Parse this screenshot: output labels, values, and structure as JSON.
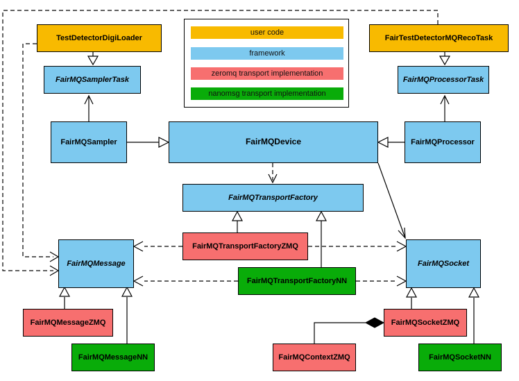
{
  "diagram_type": "uml-class-diagram",
  "palette": {
    "user_code": "#F8BA00",
    "framework": "#7DC9EF",
    "zeromq": "#F76F6F",
    "nanomsg": "#09AC09",
    "line": "#000000",
    "background": "#FFFFFF"
  },
  "legend": {
    "items": [
      {
        "label": "user code",
        "category": "user_code",
        "color": "#F8BA00"
      },
      {
        "label": "framework",
        "category": "framework",
        "color": "#7DC9EF"
      },
      {
        "label": "zeromq transport implementation",
        "category": "zeromq",
        "color": "#F76F6F"
      },
      {
        "label": "nanomsg transport implementation",
        "category": "nanomsg",
        "color": "#09AC09"
      }
    ]
  },
  "nodes": {
    "digi_loader": {
      "label": "TestDetectorDigiLoader",
      "category": "user_code",
      "abstract": false
    },
    "reco_task": {
      "label": "FairTestDetectorMQRecoTask",
      "category": "user_code",
      "abstract": false
    },
    "sampler_task": {
      "label": "FairMQSamplerTask",
      "category": "framework",
      "abstract": true
    },
    "processor_task": {
      "label": "FairMQProcessorTask",
      "category": "framework",
      "abstract": true
    },
    "sampler": {
      "label": "FairMQSampler",
      "category": "framework",
      "abstract": false
    },
    "device": {
      "label": "FairMQDevice",
      "category": "framework",
      "abstract": false
    },
    "processor": {
      "label": "FairMQProcessor",
      "category": "framework",
      "abstract": false
    },
    "transport_factory": {
      "label": "FairMQTransportFactory",
      "category": "framework",
      "abstract": true
    },
    "transport_factory_zmq": {
      "label": "FairMQTransportFactoryZMQ",
      "category": "zeromq",
      "abstract": false
    },
    "transport_factory_nn": {
      "label": "FairMQTransportFactoryNN",
      "category": "nanomsg",
      "abstract": false
    },
    "message": {
      "label": "FairMQMessage",
      "category": "framework",
      "abstract": true
    },
    "socket": {
      "label": "FairMQSocket",
      "category": "framework",
      "abstract": true
    },
    "message_zmq": {
      "label": "FairMQMessageZMQ",
      "category": "zeromq",
      "abstract": false
    },
    "message_nn": {
      "label": "FairMQMessageNN",
      "category": "nanomsg",
      "abstract": false
    },
    "context_zmq": {
      "label": "FairMQContextZMQ",
      "category": "zeromq",
      "abstract": false
    },
    "socket_zmq": {
      "label": "FairMQSocketZMQ",
      "category": "zeromq",
      "abstract": false
    },
    "socket_nn": {
      "label": "FairMQSocketNN",
      "category": "nanomsg",
      "abstract": false
    }
  },
  "edges": [
    {
      "from": "TestDetectorDigiLoader",
      "to": "FairMQSamplerTask",
      "line": "solid",
      "head": "hollow-triangle"
    },
    {
      "from": "FairMQSampler",
      "to": "FairMQSamplerTask",
      "line": "solid",
      "head": "open-vee"
    },
    {
      "from": "FairMQSampler",
      "to": "FairMQDevice",
      "line": "solid",
      "head": "hollow-triangle"
    },
    {
      "from": "FairMQProcessor",
      "to": "FairMQDevice",
      "line": "solid",
      "head": "hollow-triangle"
    },
    {
      "from": "FairTestDetectorMQRecoTask",
      "to": "FairMQProcessorTask",
      "line": "solid",
      "head": "hollow-triangle"
    },
    {
      "from": "FairMQProcessor",
      "to": "FairMQProcessorTask",
      "line": "solid",
      "head": "open-vee"
    },
    {
      "from": "FairMQDevice",
      "to": "FairMQTransportFactory",
      "line": "dashed",
      "head": "open-vee"
    },
    {
      "from": "FairMQDevice",
      "to": "FairMQSocket",
      "line": "solid",
      "head": "open-vee"
    },
    {
      "from": "FairMQTransportFactoryZMQ",
      "to": "FairMQTransportFactory",
      "line": "solid",
      "head": "hollow-triangle"
    },
    {
      "from": "FairMQTransportFactoryNN",
      "to": "FairMQTransportFactory",
      "line": "solid",
      "head": "hollow-triangle"
    },
    {
      "from": "FairMQTransportFactoryZMQ",
      "to": "FairMQMessage",
      "line": "dashed",
      "head": "open-vee"
    },
    {
      "from": "FairMQTransportFactoryZMQ",
      "to": "FairMQSocket",
      "line": "dashed",
      "head": "open-vee"
    },
    {
      "from": "FairMQTransportFactoryNN",
      "to": "FairMQMessage",
      "line": "dashed",
      "head": "open-vee"
    },
    {
      "from": "FairMQTransportFactoryNN",
      "to": "FairMQSocket",
      "line": "dashed",
      "head": "open-vee"
    },
    {
      "from": "FairMQMessageZMQ",
      "to": "FairMQMessage",
      "line": "solid",
      "head": "hollow-triangle"
    },
    {
      "from": "FairMQMessageNN",
      "to": "FairMQMessage",
      "line": "solid",
      "head": "hollow-triangle"
    },
    {
      "from": "FairMQSocketZMQ",
      "to": "FairMQSocket",
      "line": "solid",
      "head": "hollow-triangle"
    },
    {
      "from": "FairMQSocketNN",
      "to": "FairMQSocket",
      "line": "solid",
      "head": "hollow-triangle"
    },
    {
      "from": "FairMQContextZMQ",
      "to": "FairMQSocketZMQ",
      "line": "solid",
      "head": "filled-diamond"
    },
    {
      "from": "TestDetectorDigiLoader",
      "to": "FairMQMessage",
      "line": "dashed",
      "head": "open-vee"
    },
    {
      "from": "FairTestDetectorMQRecoTask",
      "to": "FairMQMessage",
      "line": "dashed",
      "head": "open-vee"
    }
  ]
}
